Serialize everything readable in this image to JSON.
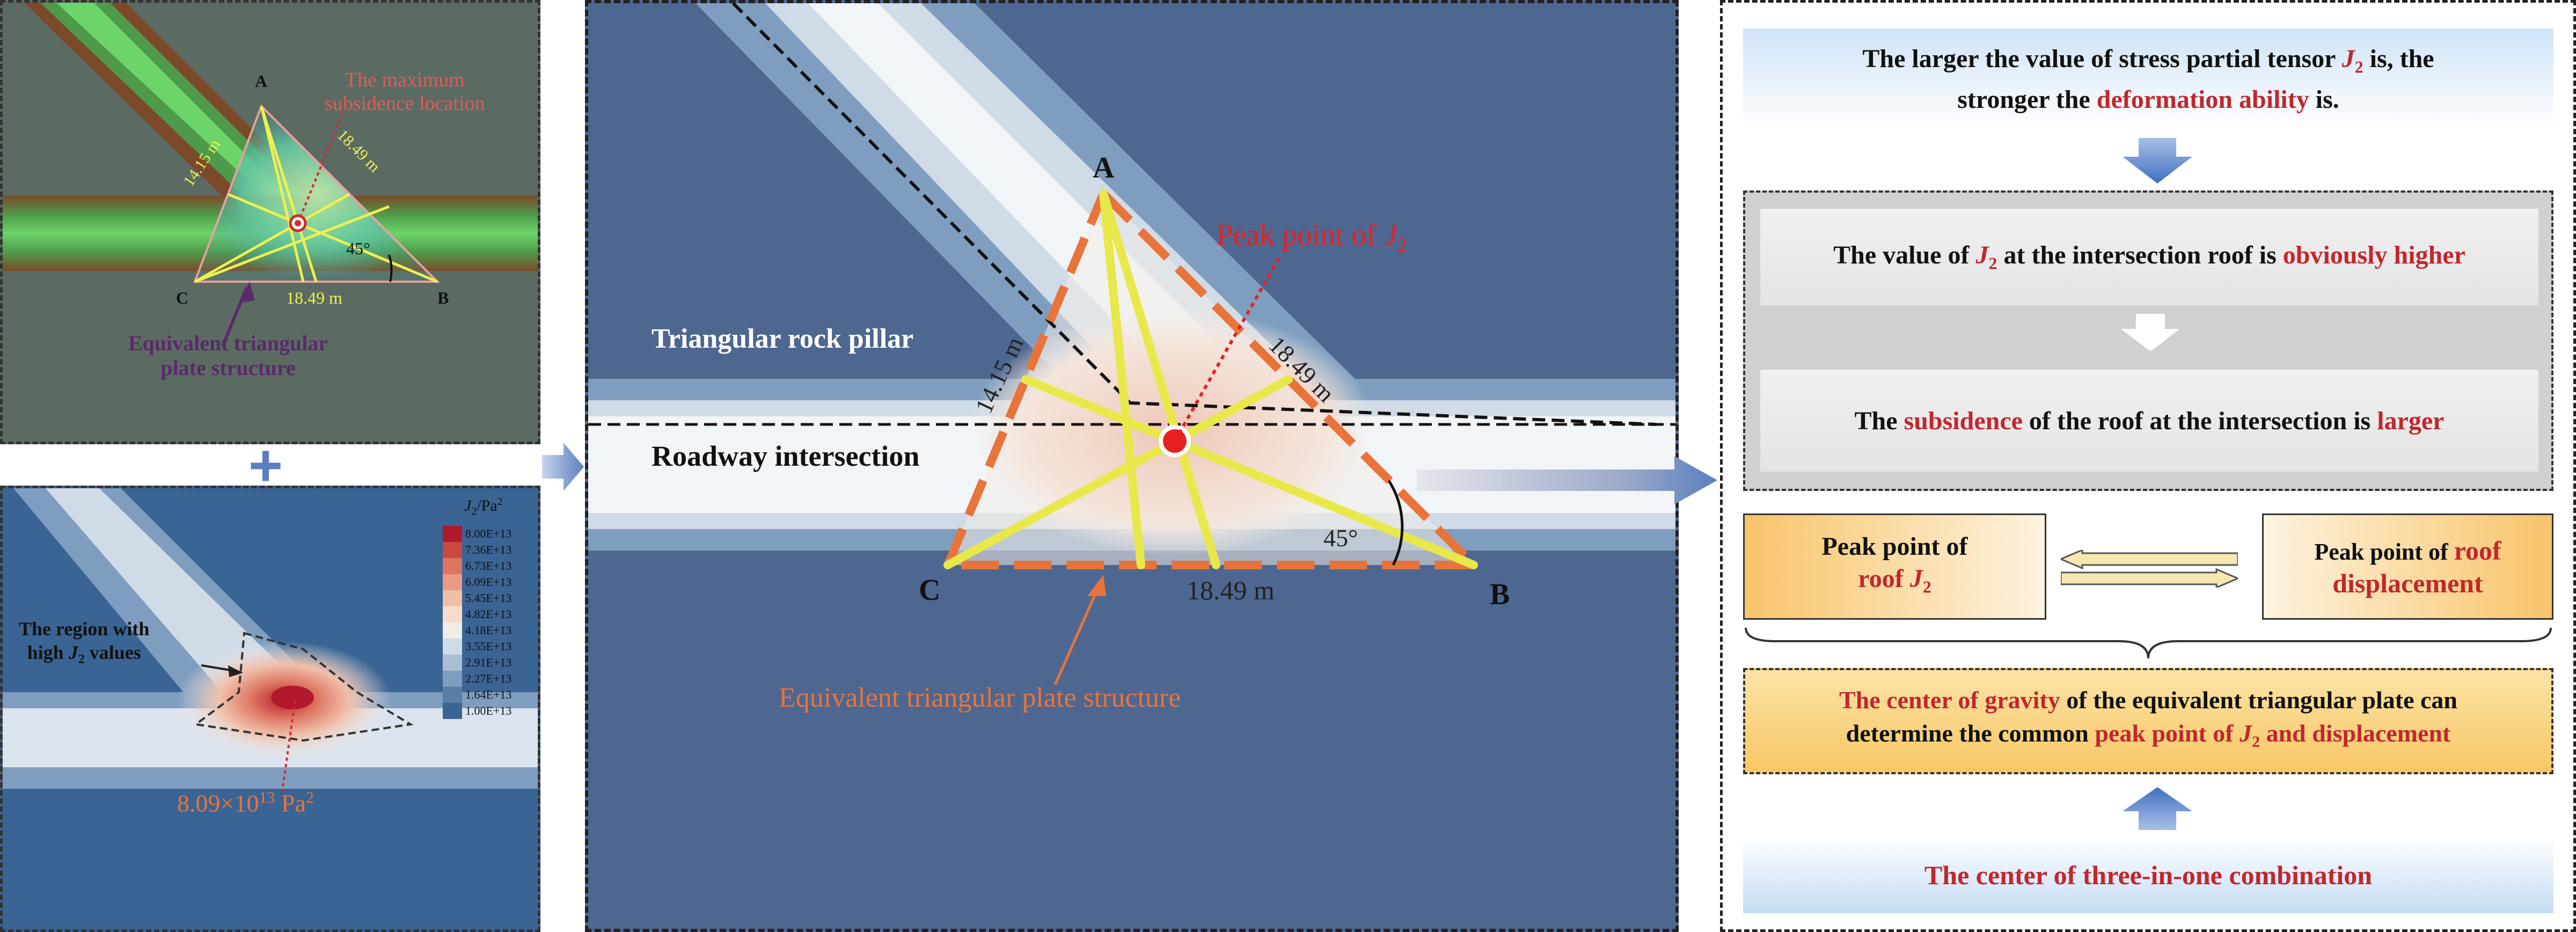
{
  "panel_top": {
    "vertex_a": "A",
    "vertex_b": "B",
    "vertex_c": "C",
    "side_left": "14.15 m",
    "side_right": "18.49 m",
    "side_bottom": "18.49 m",
    "angle": "45°",
    "max_subsidence_line1": "The maximum",
    "max_subsidence_line2": "subsidence location",
    "plate_line1": "Equivalent triangular",
    "plate_line2": "plate structure"
  },
  "panel_bottom": {
    "legend_title_sym": "J",
    "legend_title_sub": "2",
    "legend_title_unit": "/Pa",
    "legend_title_sup": "2",
    "legend_values": [
      "8.00E+13",
      "7.36E+13",
      "6.73E+13",
      "6.09E+13",
      "5.45E+13",
      "4.82E+13",
      "4.18E+13",
      "3.55E+13",
      "2.91E+13",
      "2.27E+13",
      "1.64E+13",
      "1.00E+13"
    ],
    "legend_colors": [
      "#b2182b",
      "#c9483f",
      "#dd7561",
      "#e99a85",
      "#f0bfaa",
      "#f6dccd",
      "#f2ece7",
      "#cfdbe7",
      "#a9bfd6",
      "#7f9ebf",
      "#587fa8",
      "#3a6494"
    ],
    "region_line1": "The region with",
    "region_line2_a": "high ",
    "region_line2_sym": "J",
    "region_line2_sub": "2",
    "region_line2_b": " values",
    "peak_value_a": "8.09×10",
    "peak_value_exp": "13",
    "peak_value_b": " Pa",
    "peak_value_sup": "2"
  },
  "plus_sign": "+",
  "panel_middle": {
    "vertex_a": "A",
    "vertex_b": "B",
    "vertex_c": "C",
    "side_left": "14.15 m",
    "side_right": "18.49 m",
    "side_bottom": "18.49 m",
    "angle": "45°",
    "peak_label": "Peak point of ",
    "peak_sym": "J",
    "peak_sub": "2",
    "rock_pillar": "Triangular rock pillar",
    "roadway": "Roadway intersection",
    "plate": "Equivalent triangular plate structure"
  },
  "panel_right": {
    "top_a": "The larger the value of stress partial tensor ",
    "top_sym": "J",
    "top_sub": "2",
    "top_b": " is, the",
    "top_c": "stronger the ",
    "top_red": "deformation ability",
    "top_d": " is.",
    "mid1_a": "The value of ",
    "mid1_sym": "J",
    "mid1_sub": "2",
    "mid1_b": " at the intersection roof is ",
    "mid1_red": "obviously higher",
    "mid2_a": "The ",
    "mid2_red1": "subsidence",
    "mid2_b": " of the roof at the intersection is ",
    "mid2_red2": "larger",
    "left_a": "Peak point of",
    "left_b": "roof ",
    "left_sym": "J",
    "left_sub": "2",
    "right_a": "Peak point of ",
    "right_red1": "roof",
    "right_red2": "displacement",
    "cog_red": "The center of gravity",
    "cog_a": " of the equivalent triangular plate can",
    "cog_b": "determine the common ",
    "cog_red2": "peak point of ",
    "cog_sym": "J",
    "cog_sub": "2",
    "cog_red3": " and displacement",
    "bottom": "The center of three-in-one combination"
  },
  "colors": {
    "accent_red": "#c1272d",
    "triangle_orange": "#e8743b",
    "median_yellow": "#e8e84a",
    "arrow_blue": "#5b7fc0"
  }
}
